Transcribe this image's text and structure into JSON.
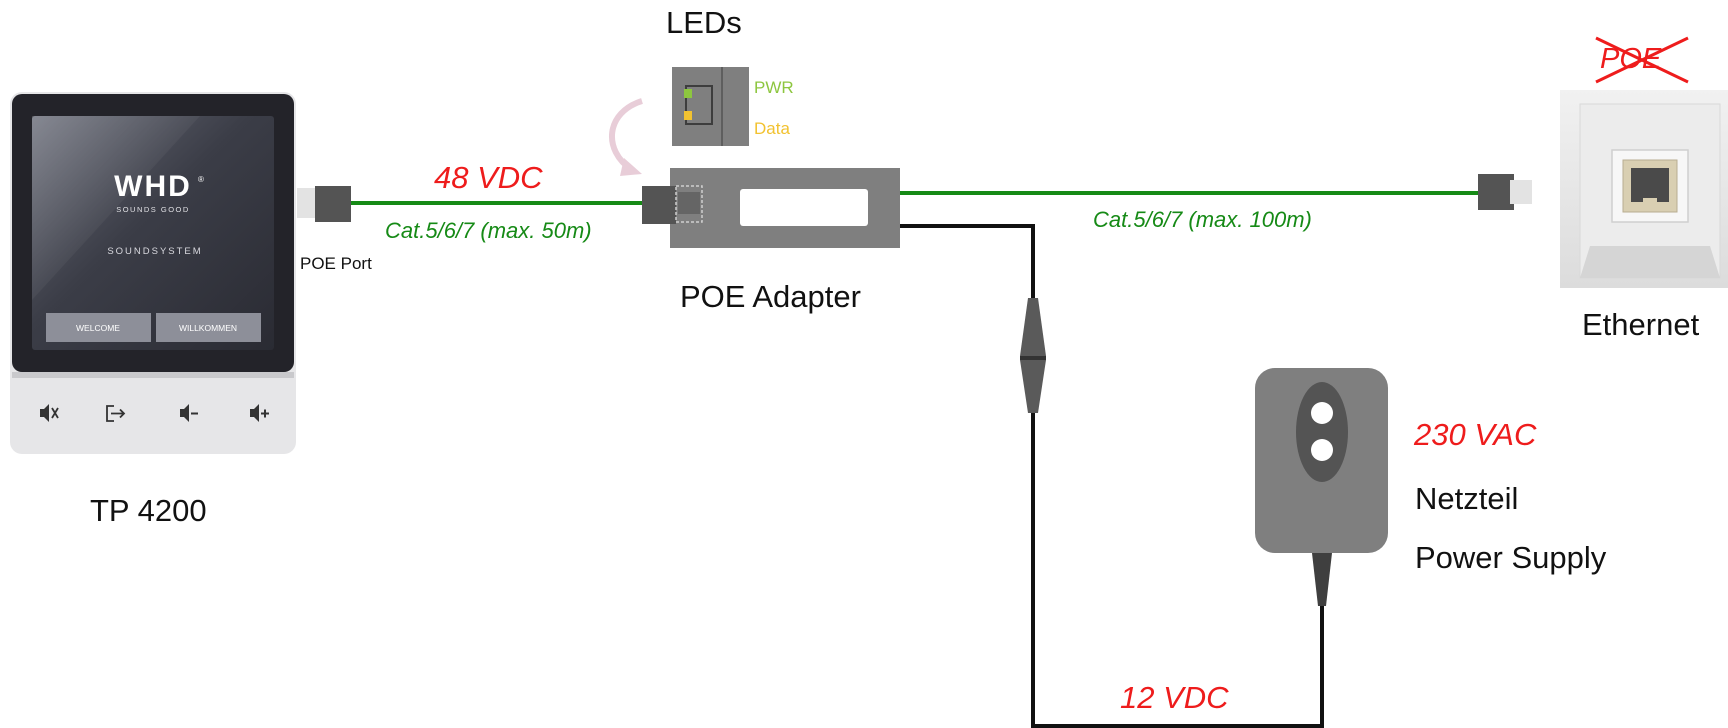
{
  "device": {
    "name": "TP 4200",
    "port_label": "POE Port",
    "screen": {
      "brand": "WHD",
      "reg_mark": "®",
      "tagline": "SOUNDS GOOD",
      "product": "SOUNDSYSTEM",
      "button_left": "WELCOME",
      "button_right": "WILLKOMMEN"
    },
    "keys": [
      "mute-icon",
      "exit-icon",
      "volume-down-icon",
      "volume-up-icon"
    ]
  },
  "leds": {
    "title": "LEDs",
    "pwr_label": "PWR",
    "data_label": "Data",
    "pwr_color": "#8dc63f",
    "data_color": "#f2c230"
  },
  "adapter": {
    "name": "POE Adapter"
  },
  "links": {
    "device_voltage": "48 VDC",
    "device_cable": "Cat.5/6/7 (max. 50m)",
    "network_cable": "Cat.5/6/7 (max. 100m)",
    "psu_voltage": "12 VDC"
  },
  "ethernet": {
    "name": "Ethernet",
    "crossed_label": "POE"
  },
  "power_supply": {
    "input_voltage": "230 VAC",
    "name_de": "Netzteil",
    "name_en": "Power Supply"
  },
  "colors": {
    "cable_green": "#168a16",
    "voltage_red": "#ee1c1c",
    "adapter_gray": "#7f7f7f",
    "connector_dark": "#545454"
  }
}
